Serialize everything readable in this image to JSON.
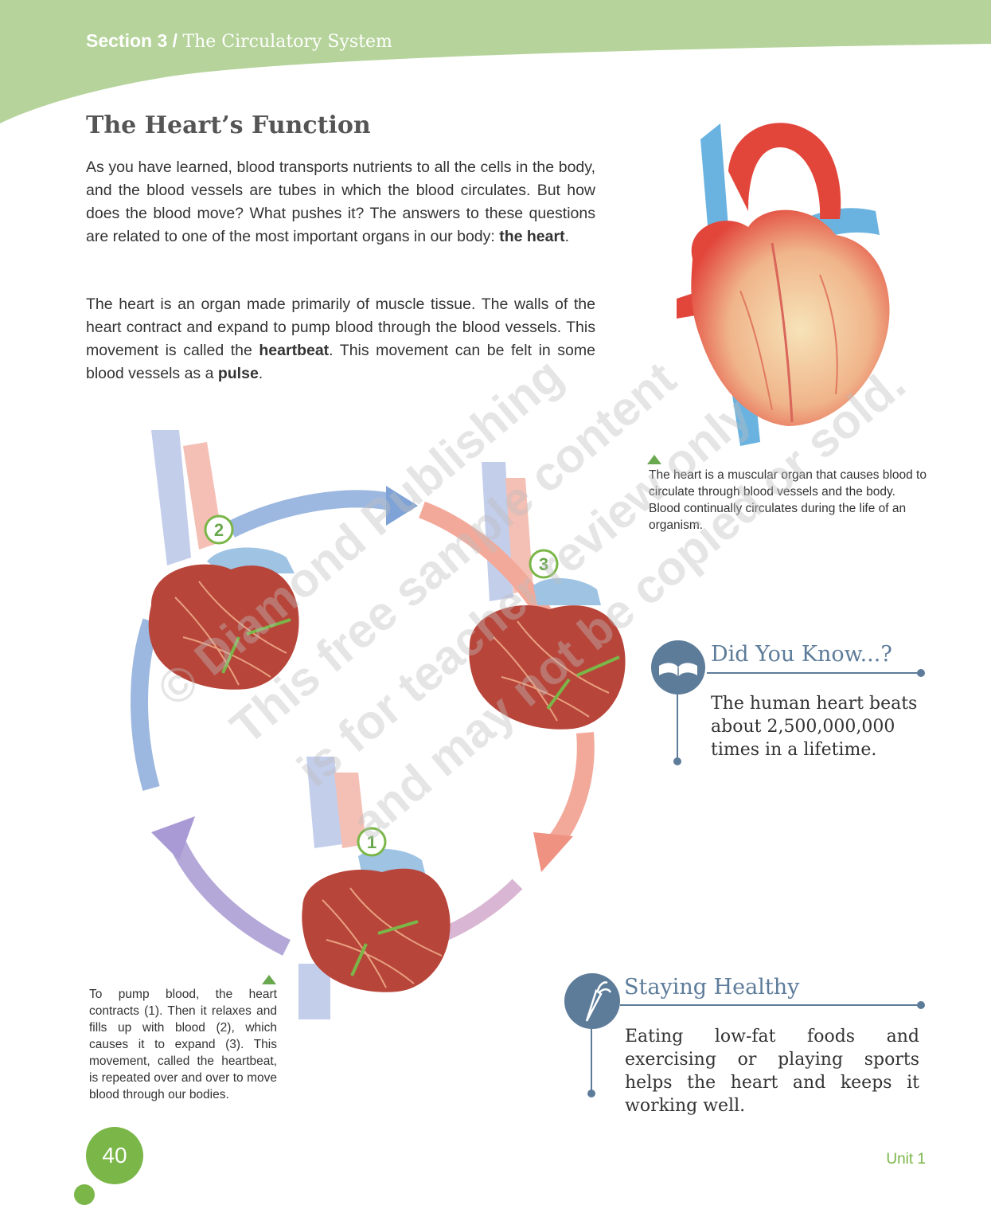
{
  "header": {
    "section_number": "Section 3 /",
    "section_title": "The Circulatory System"
  },
  "main": {
    "heading": "The Heart’s Function",
    "para1": {
      "text": "As you have learned, blood transports nutrients to all the cells in the body, and the blood vessels are tubes in which the blood circulates. But how does the blood move? What pushes it? The answers to these questions are related to one of the most important organs in our body: ",
      "bold": "the heart",
      "end": "."
    },
    "para2": {
      "t1": "The heart is an organ made primarily of muscle tissue. The walls of the heart contract and expand to pump blood through the blood vessels. This movement is called the ",
      "b1": "heartbeat",
      "t2": ". This movement can be felt in some blood vessels as a ",
      "b2": "pulse",
      "t3": "."
    }
  },
  "figure_right": {
    "caption": "The heart is a muscular organ that causes blood to circulate through blood vessels and the body. Blood continually circulates during the life of an organism."
  },
  "figure_cycle": {
    "labels": [
      "1",
      "2",
      "3"
    ],
    "caption": "To pump blood, the heart contracts (1). Then it relaxes and fills up with blood (2), which causes it to expand (3). This movement, called the heartbeat, is repeated over and over to move blood through our bodies."
  },
  "did_you_know": {
    "title": "Did You Know...?",
    "body": "The human heart beats about 2,500,000,000 times in a lifetime."
  },
  "staying_healthy": {
    "title": "Staying Healthy",
    "body": "Eating low-fat foods and exercising or playing sports helps the heart and keeps it working well."
  },
  "watermark": {
    "lines": [
      "© Diamond Publishing",
      "This free sample content",
      "is for teacher review only",
      "and may not be copied or sold."
    ]
  },
  "footer": {
    "page_number": "40",
    "unit": "Unit 1"
  },
  "colors": {
    "header_green": "#b5d39a",
    "accent_green": "#7ab648",
    "box_blue": "#5d7c9a"
  }
}
